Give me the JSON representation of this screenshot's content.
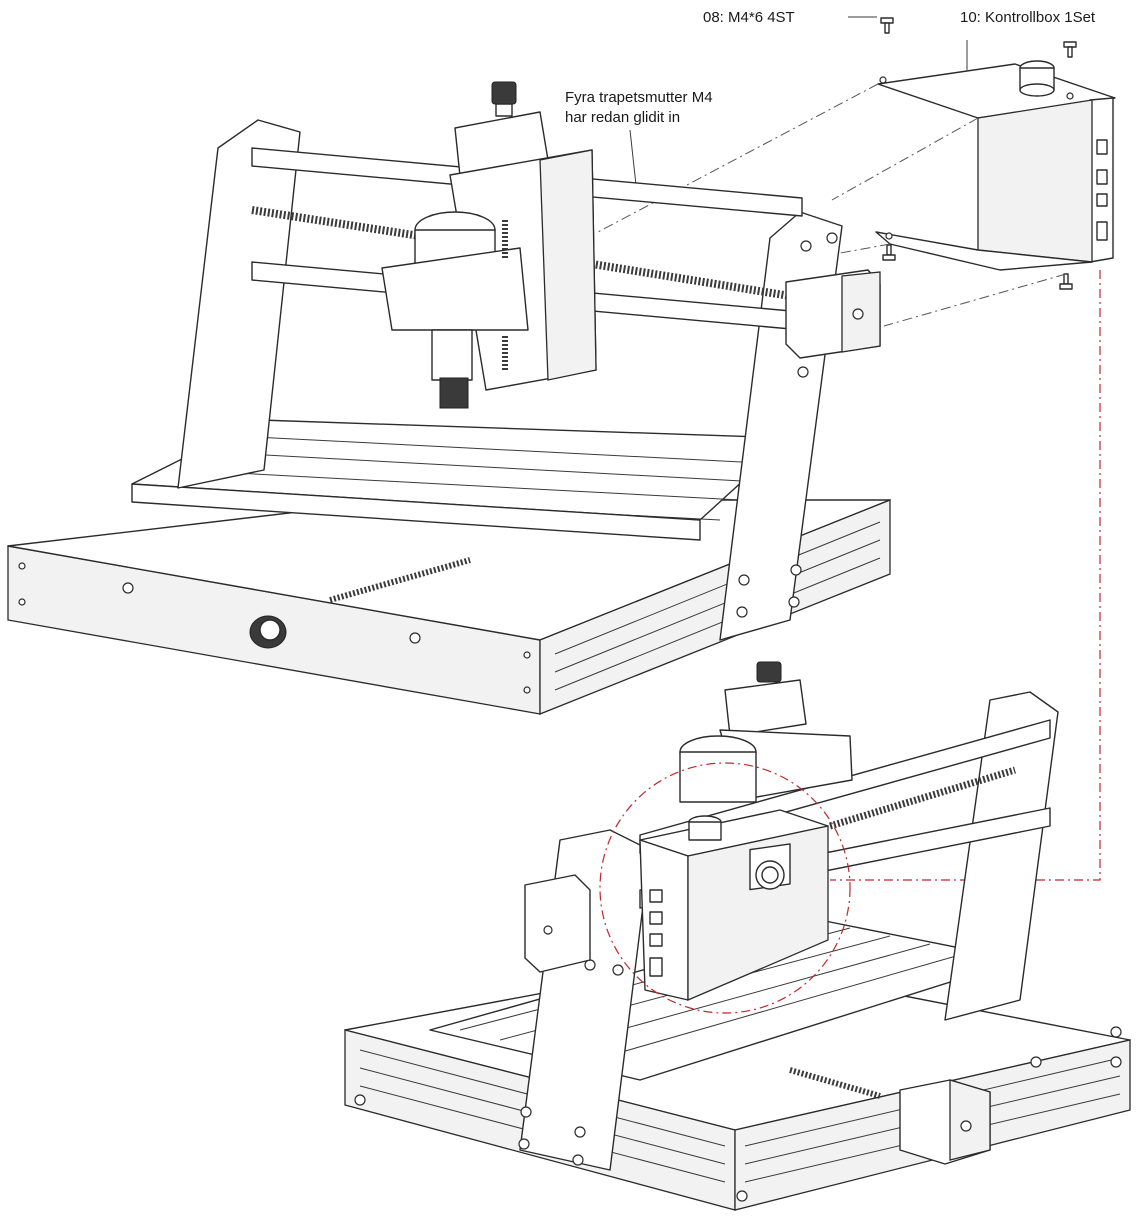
{
  "labels": {
    "screw": "08: M4*6 4ST",
    "controlbox": "10: Kontrollbox 1Set",
    "nut_line1": "Fyra trapetsmutter M4",
    "nut_line2": "har redan glidit in"
  },
  "colors": {
    "line": "#2b2b2b",
    "callout_red": "#c0282d",
    "background": "#ffffff"
  }
}
